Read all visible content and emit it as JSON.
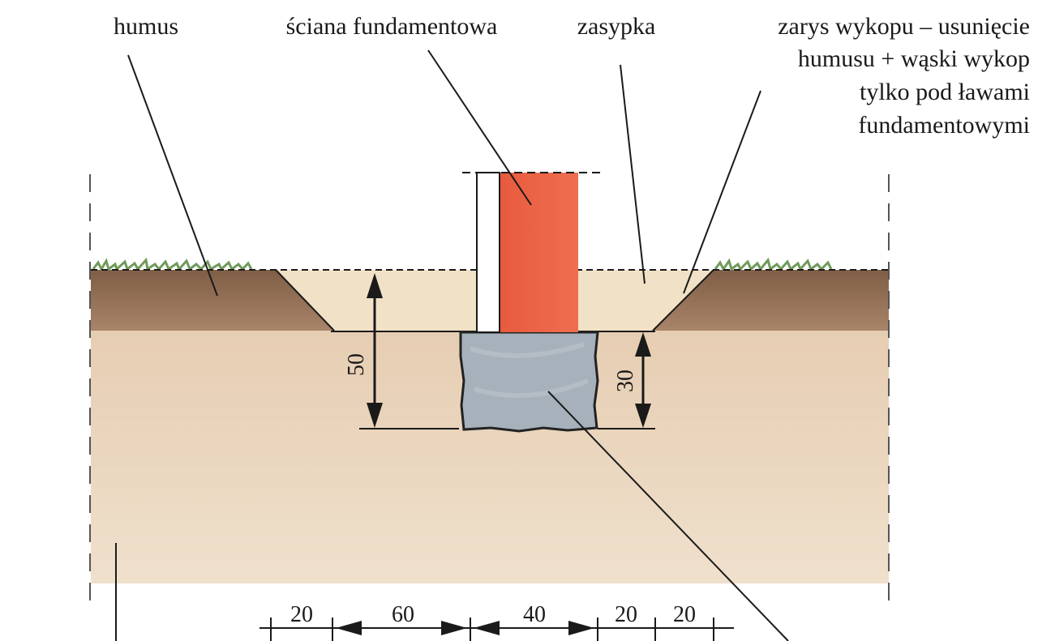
{
  "labels": {
    "humus": "humus",
    "wall": "ściana fundamentowa",
    "backfill": "zasypka",
    "trench": [
      "zarys wykopu – usunięcie",
      "humusu + wąski wykop",
      "tylko pod ławami",
      "fundamentowymi"
    ]
  },
  "dimensions": {
    "depth_total": "50",
    "depth_footing": "30",
    "widths": [
      "20",
      "60",
      "40",
      "20",
      "20"
    ]
  },
  "colors": {
    "humus": "#8c6a4f",
    "subsoil": "#e9d6be",
    "backfill": "#f0e0c4",
    "wall": "#e8593f",
    "footing": "#a9b3bd",
    "grass": "#6f9a5b",
    "line": "#1a1a1a"
  }
}
